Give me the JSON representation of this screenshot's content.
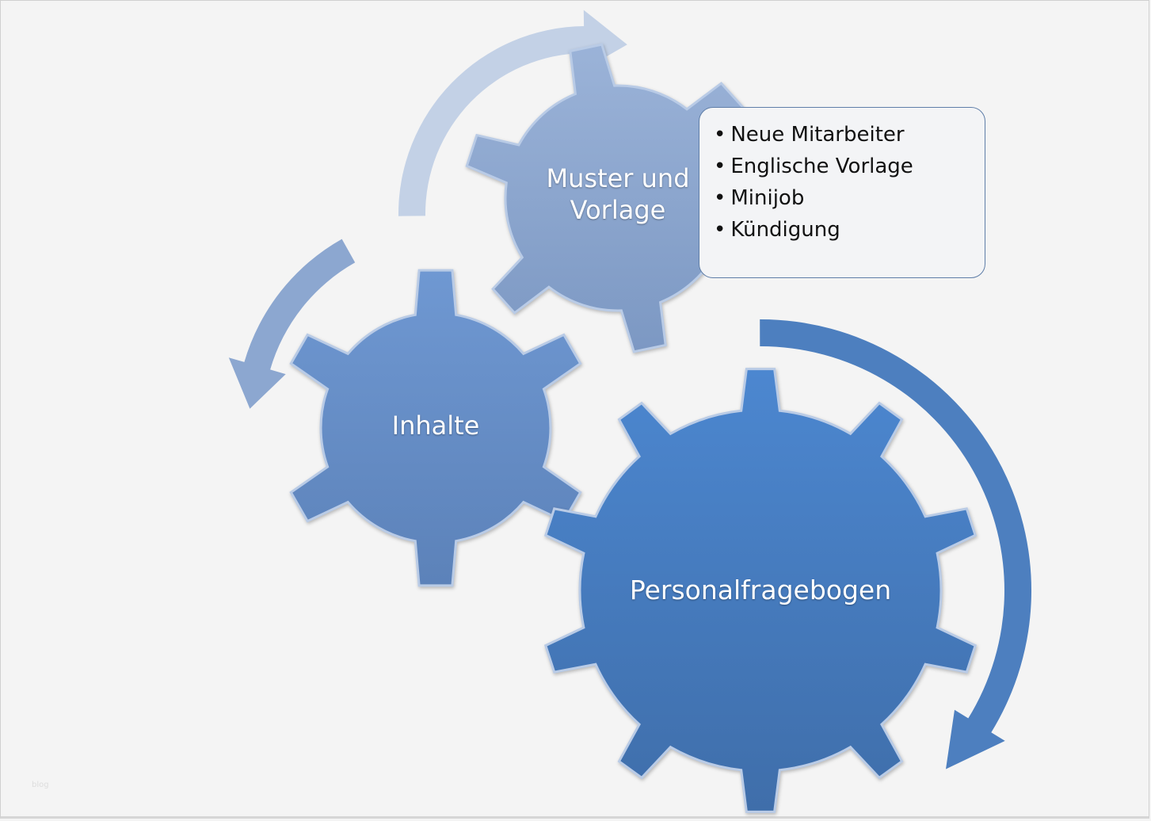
{
  "gears": [
    {
      "label": "Muster und Vorlage",
      "lines": [
        "Muster und",
        "Vorlage"
      ],
      "color": "#8aa6cf"
    },
    {
      "label": "Inhalte",
      "color": "#5f8ac6"
    },
    {
      "label": "Personalfragebogen",
      "color": "#4a7fc3"
    }
  ],
  "callout": {
    "items": [
      "Neue Mitarbeiter",
      "Englische Vorlage",
      "Minijob",
      "Kündigung"
    ]
  },
  "watermark": "blog",
  "colors": {
    "arrow_light": "#c3d1e6",
    "arrow_mid": "#8ca7d0",
    "arrow_dark": "#4d7fbf",
    "background": "#f4f4f4"
  }
}
